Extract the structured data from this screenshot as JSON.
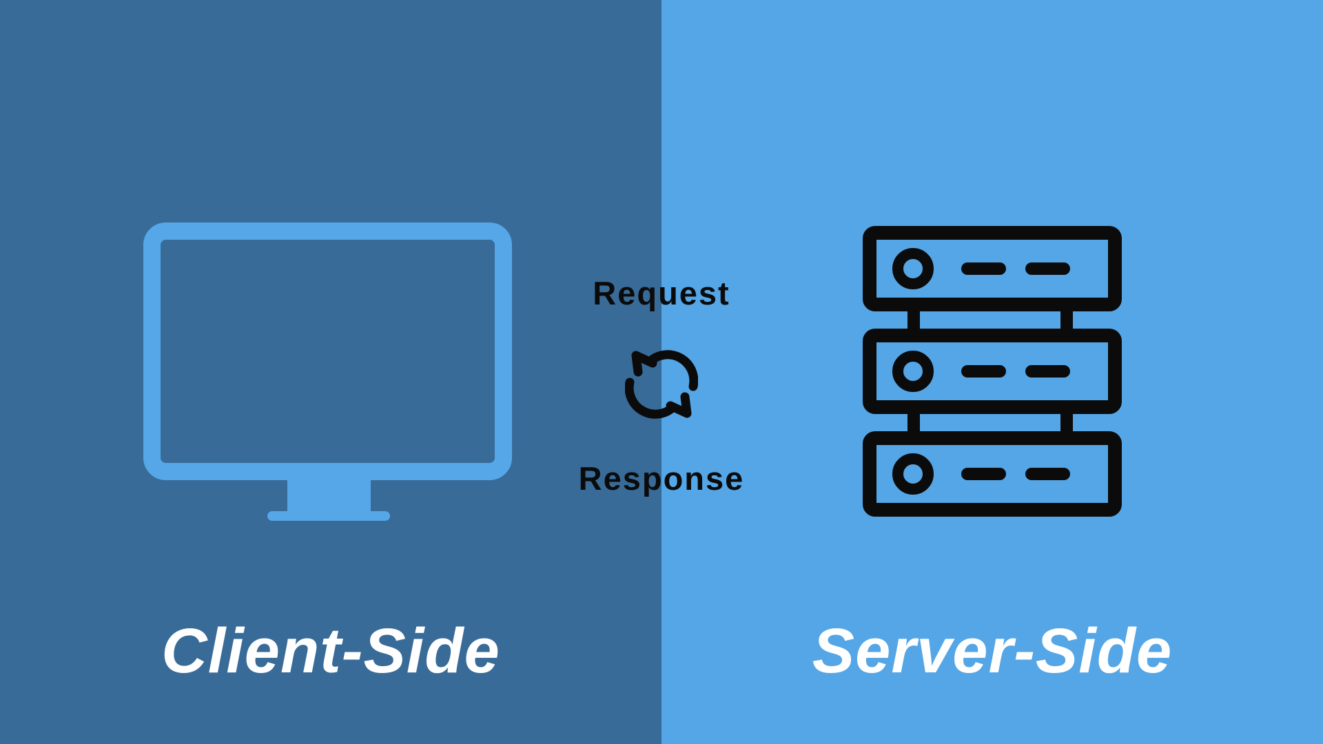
{
  "colors": {
    "left_bg": "#386B98",
    "right_bg": "#55A6E6",
    "icon_blue": "#55A7E8",
    "icon_black": "#0B0B0B",
    "title_text": "#FFFFFF"
  },
  "left_panel": {
    "title": "Client-Side",
    "icon": "monitor-icon"
  },
  "right_panel": {
    "title": "Server-Side",
    "icon": "server-rack-icon"
  },
  "center": {
    "top_label": "Request",
    "bottom_label": "Response",
    "icon": "sync-arrows-icon"
  }
}
